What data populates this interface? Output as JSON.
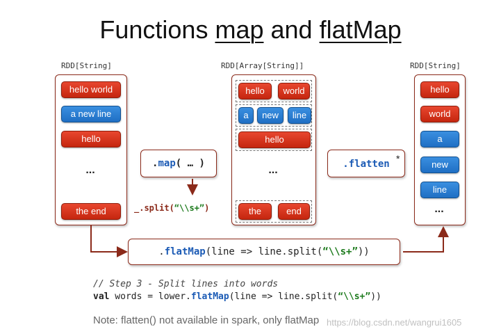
{
  "title": {
    "prefix": "Functions ",
    "map": "map",
    "and": " and ",
    "flatmap": "flatMap"
  },
  "left_column": {
    "label": "RDD[String]",
    "items": [
      "hello world",
      "a new line",
      "hello"
    ],
    "ellipsis": "...",
    "last": "the end"
  },
  "middle_column": {
    "label": "RDD[Array[String]]",
    "group1": [
      "hello",
      "world"
    ],
    "group2": [
      "a",
      "new",
      "line"
    ],
    "group3": [
      "hello"
    ],
    "ellipsis": "...",
    "group4": [
      "the",
      "end"
    ]
  },
  "right_column": {
    "label": "RDD[String]",
    "items": [
      "hello",
      "world",
      "a",
      "new",
      "line"
    ],
    "ellipsis": "..."
  },
  "map_box": {
    "prefix": ".",
    "fn": "map",
    "args": "( … )"
  },
  "split_note": {
    "prefix": "_.split(",
    "arg": "“\\\\s+”",
    "suffix": ")"
  },
  "flatten_box": {
    "text": ".flatten",
    "star": "*"
  },
  "flatmap_box": {
    "prefix": ".",
    "fn": "flatMap",
    "mid": "(line => line.split(",
    "arg": "“\\\\s+”",
    "suffix": "))"
  },
  "code": {
    "comment": "// Step 3 - Split lines into words",
    "kw": "val",
    "pre": " words  = lower.",
    "fn": "flatMap",
    "mid": "(line => line.split(",
    "arg": "“\\\\s+”",
    "suffix": "))"
  },
  "note": "Note: flatten() not available in spark, only flatMap",
  "watermark": "https://blog.csdn.net/wangrui1605",
  "colors": {
    "red": "#d8351d",
    "blue": "#2a7fd4",
    "frame": "#8b2a1a"
  }
}
